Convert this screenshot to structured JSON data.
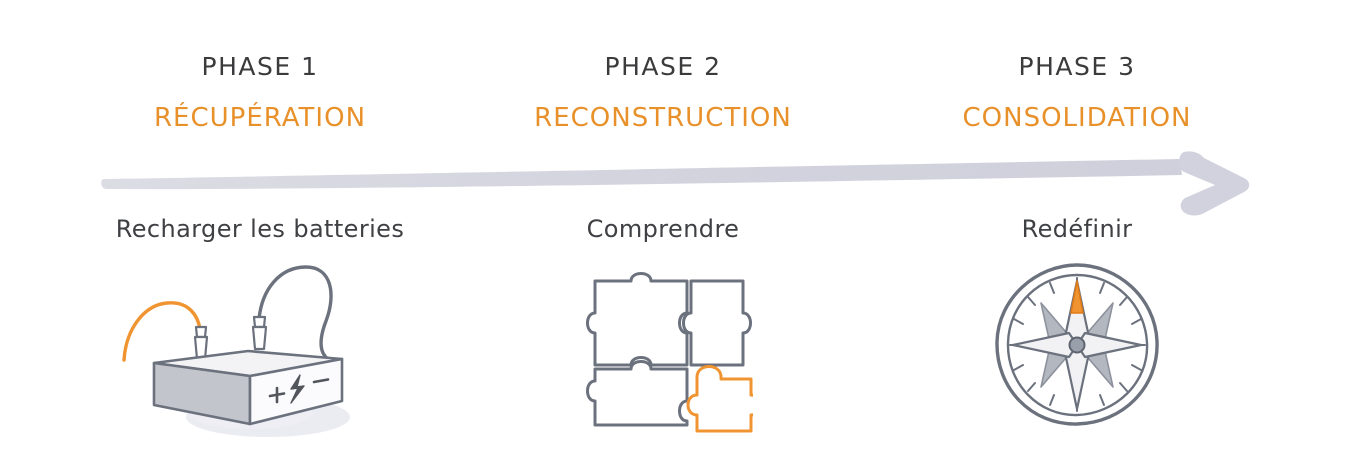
{
  "document": {
    "language": "fr",
    "background_color": "#ffffff",
    "accent_color": "#e8912b",
    "ink_color": "#3b3b3d",
    "line_color": "#6b717d",
    "arrow_color": "#d6d6df",
    "shadow_color": "#e8e8ef"
  },
  "timeline": {
    "arrow_name": "progress-arrow",
    "direction": "left-to-right"
  },
  "phases": [
    {
      "number_label": "PHASE 1",
      "title": "RÉCUPÉRATION",
      "caption": "Recharger les batteries",
      "icon": "battery-with-jumper-cables-icon",
      "icon_accent": "#e8912b"
    },
    {
      "number_label": "PHASE 2",
      "title": "RECONSTRUCTION",
      "caption": "Comprendre",
      "icon": "jigsaw-puzzle-icon",
      "icon_accent": "#e8912b"
    },
    {
      "number_label": "PHASE 3",
      "title": "CONSOLIDATION",
      "caption": "Redéfinir",
      "icon": "compass-rose-icon",
      "icon_accent": "#e8912b"
    }
  ]
}
